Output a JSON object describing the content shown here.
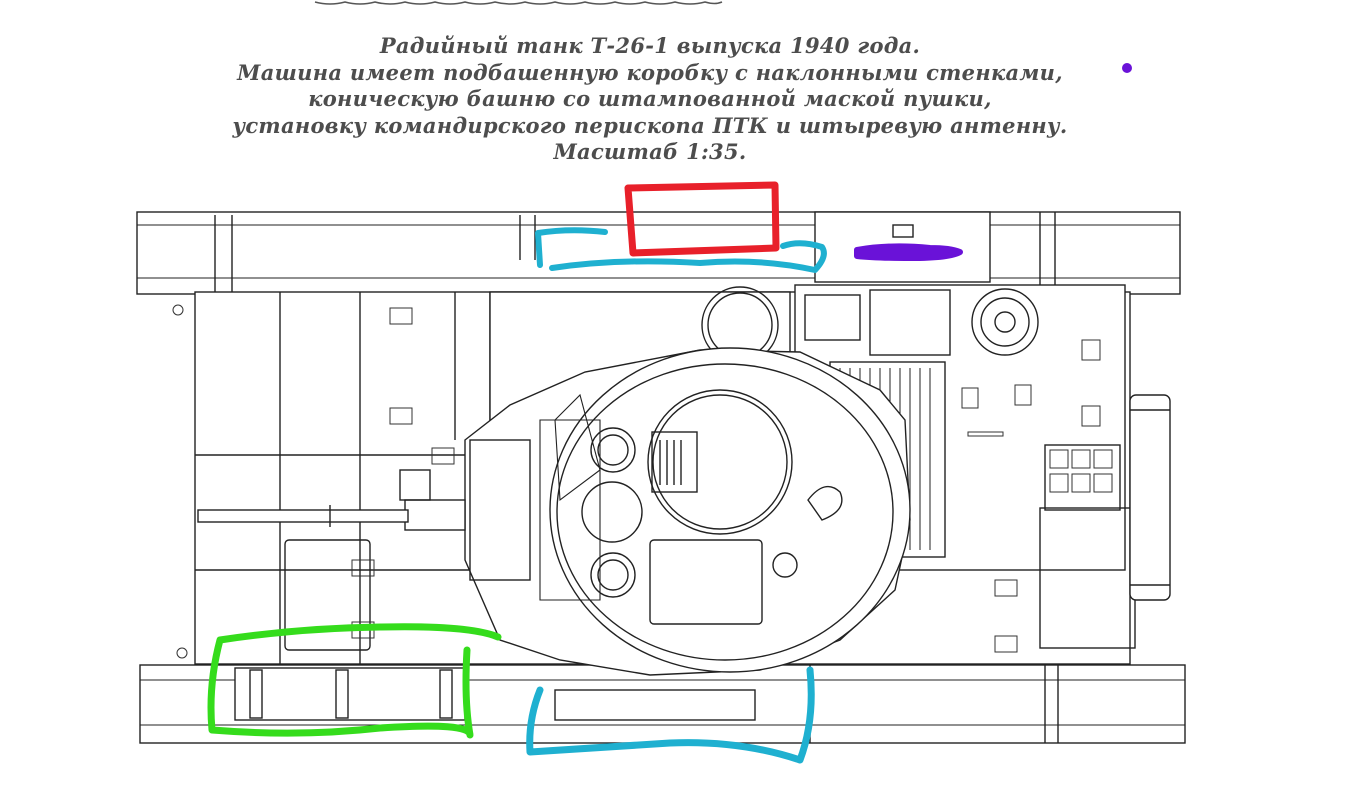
{
  "caption": {
    "line1": "Радийный танк Т-26-1 выпуска 1940 года.",
    "line2": "Машина имеет подбашенную коробку с наклонными стенками,",
    "line3": "коническую башню со штампованной маской пушки,",
    "line4": "установку командирского перископа ПТК и штыревую антенну.",
    "line5": "Масштаб 1:35."
  },
  "annotation_colors": {
    "red": "#e8202a",
    "cyan": "#1fb0d0",
    "green": "#35dc1c",
    "purple": "#6a12d8"
  }
}
